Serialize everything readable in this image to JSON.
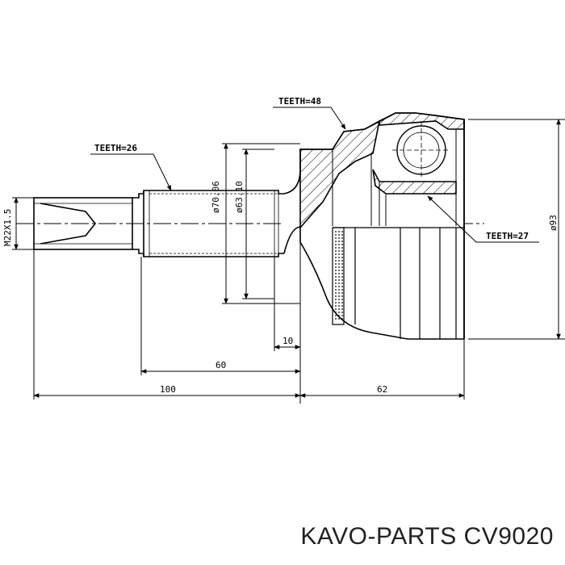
{
  "labels": {
    "teeth_outer": "TEETH=48",
    "teeth_shaft": "TEETH=26",
    "teeth_inner": "TEETH=27",
    "thread": "M22X1.5",
    "dia_70": "ø70.06",
    "dia_63": "ø63.10",
    "dia_93": "ø93",
    "len_10": "10",
    "len_60": "60",
    "len_100": "100",
    "len_62": "62"
  },
  "caption": "KAVO-PARTS CV9020"
}
